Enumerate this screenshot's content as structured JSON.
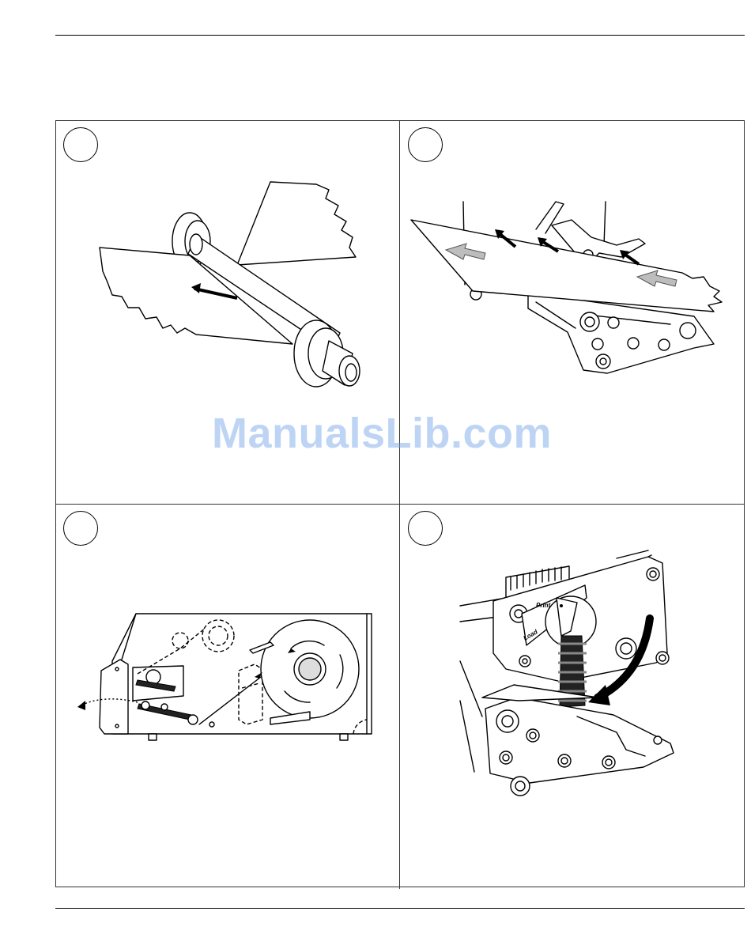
{
  "steps": [
    {
      "id": "panel-1",
      "illustration": "roll-on-spindle"
    },
    {
      "id": "panel-2",
      "illustration": "label-feed-into-printhead"
    },
    {
      "id": "panel-3",
      "illustration": "media-path-side-view"
    },
    {
      "id": "panel-4",
      "illustration": "printhead-lever-close"
    }
  ],
  "illustration_labels": {
    "print": "Print",
    "load": "Load"
  },
  "watermark": "ManualsLib.com"
}
